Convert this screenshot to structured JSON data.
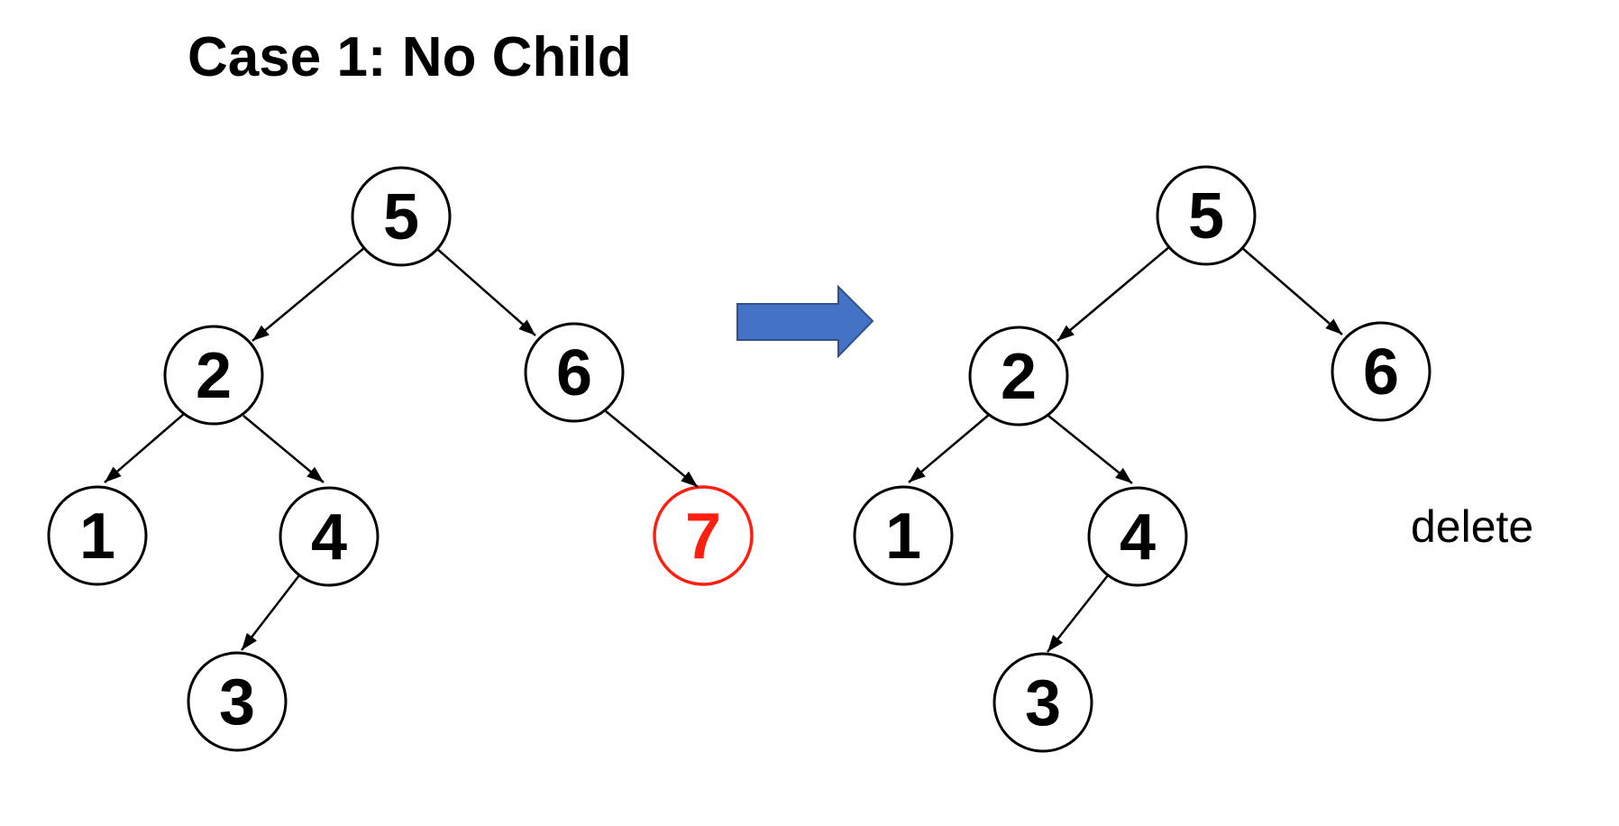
{
  "title": "Case 1: No Child",
  "labels": {
    "delete": "delete"
  },
  "colors": {
    "node_stroke": "#000000",
    "node_fill": "#ffffff",
    "node_text": "#000000",
    "edge": "#000000",
    "highlight_red": "#ff1f10",
    "arrow_fill": "#4472c4",
    "arrow_border": "#2f528f",
    "background": "#ffffff"
  },
  "icons": {
    "transition_arrow": "block-arrow-right"
  },
  "diagram": {
    "kind": "binary-search-tree-deletion",
    "trees": {
      "before": {
        "name": "tree-before-deletion",
        "nodes": [
          {
            "value": "5",
            "highlighted": false
          },
          {
            "value": "2",
            "highlighted": false
          },
          {
            "value": "6",
            "highlighted": false
          },
          {
            "value": "1",
            "highlighted": false
          },
          {
            "value": "4",
            "highlighted": false
          },
          {
            "value": "7",
            "highlighted": true
          },
          {
            "value": "3",
            "highlighted": false
          }
        ],
        "edges": [
          "5-2",
          "5-6",
          "2-1",
          "2-4",
          "6-7",
          "4-3"
        ]
      },
      "after": {
        "name": "tree-after-deletion",
        "nodes": [
          {
            "value": "5",
            "highlighted": false
          },
          {
            "value": "2",
            "highlighted": false
          },
          {
            "value": "6",
            "highlighted": false
          },
          {
            "value": "1",
            "highlighted": false
          },
          {
            "value": "4",
            "highlighted": false
          },
          {
            "value": "3",
            "highlighted": false
          }
        ],
        "edges": [
          "5-2",
          "5-6",
          "2-1",
          "2-4",
          "4-3"
        ]
      }
    }
  }
}
